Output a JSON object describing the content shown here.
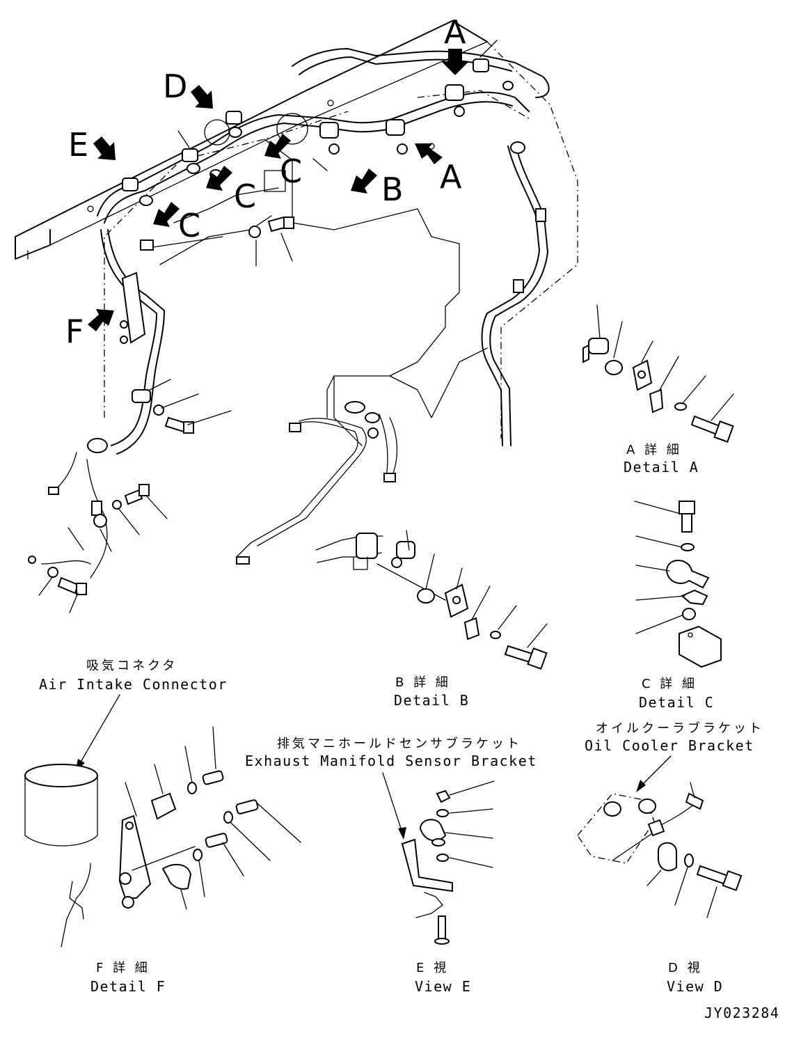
{
  "callout_letters": {
    "a_top": "A",
    "a_right": "A",
    "b": "B",
    "c_top": "C",
    "c_mid": "C",
    "c_left": "C",
    "d": "D",
    "e": "E",
    "f": "F"
  },
  "captions": {
    "detail_a_jp": "A 詳 細",
    "detail_a_en": "Detail A",
    "detail_b_jp": "B 詳 細",
    "detail_b_en": "Detail B",
    "detail_c_jp": "C 詳 細",
    "detail_c_en": "Detail C",
    "detail_f_jp": "F 詳 細",
    "detail_f_en": "Detail F",
    "view_e_jp": "E 視",
    "view_e_en": "View E",
    "view_d_jp": "D 視",
    "view_d_en": "View D"
  },
  "labels": {
    "air_intake_jp": "吸気コネクタ",
    "air_intake_en": "Air Intake Connector",
    "exhaust_jp": "排気マニホールドセンサブラケット",
    "exhaust_en": "Exhaust Manifold Sensor Bracket",
    "oil_cooler_jp": "オイルクーラブラケット",
    "oil_cooler_en": "Oil Cooler Bracket"
  },
  "drawing_code": "JY023284"
}
